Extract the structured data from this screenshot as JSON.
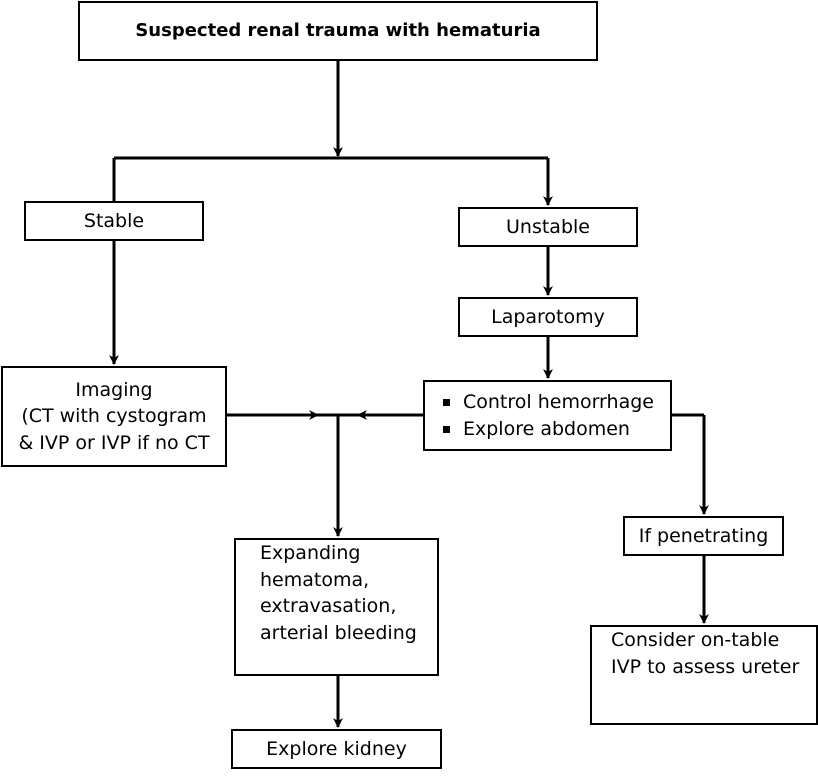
{
  "nodes": {
    "top": "Suspected renal trauma with  hematuria",
    "stable": "Stable",
    "unstable": "Unstable",
    "laparotomy": "Laparotomy",
    "imaging": [
      "Imaging",
      "(CT with cystogram",
      "& IVP or IVP if no CT"
    ],
    "control": [
      "Control hemorrhage",
      "Explore abdomen"
    ],
    "penetrating": "If penetrating",
    "expanding": [
      "Expanding",
      "hematoma,",
      "extravasation,",
      "arterial bleeding"
    ],
    "consider": [
      "Consider on-table",
      "IVP to assess ureter"
    ],
    "explore_kidney": "Explore kidney"
  }
}
